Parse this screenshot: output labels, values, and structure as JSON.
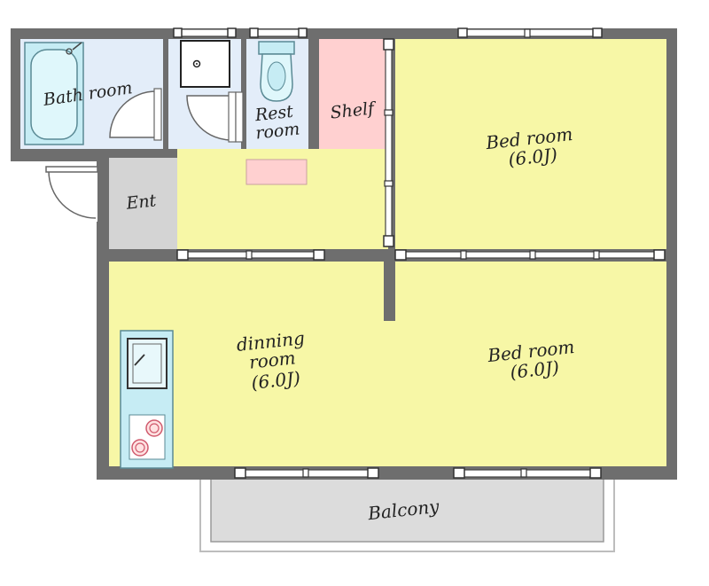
{
  "rooms": {
    "bath": {
      "label": "Bath room"
    },
    "rest": {
      "line1": "Rest",
      "line2": "room"
    },
    "shelf": {
      "label": "Shelf"
    },
    "entrance": {
      "label": "Ent"
    },
    "bedroom_top": {
      "line1": "Bed room",
      "line2": "(6.0J)"
    },
    "bedroom_bottom": {
      "line1": "Bed room",
      "line2": "(6.0J)"
    },
    "dining": {
      "line1": "dinning",
      "line2": "room",
      "line3": "(6.0J)"
    },
    "balcony": {
      "label": "Balcony"
    }
  },
  "colors": {
    "wall": "#6e6e6e",
    "floor_living": "#f7f7a6",
    "floor_wet": "#e3edf9",
    "shelf": "#ffd0d0",
    "entrance": "#d4d4d4",
    "balcony": "#dcdcdc",
    "fixture": "#c6ecf4"
  }
}
